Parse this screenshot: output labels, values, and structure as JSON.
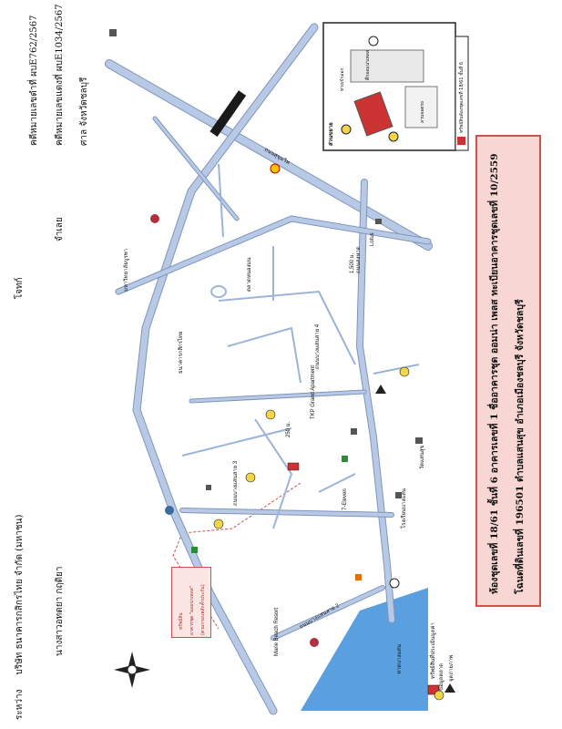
{
  "header": {
    "col1_label": "ระหว่าง",
    "col1_party1": "บริษัท ธนาคารกสิกรไทย จำกัด (มหาชน)",
    "col1_party1_role": "โจทก์",
    "col1_party2": "นางสาวอทตยา กฤติยา",
    "col1_party2_role": "จำเลย",
    "case_black": "คดีหมายเลขดำที่ ผบE762/2567",
    "case_red": "คดีหมายเลขแดงที่ ผบE1034/2567",
    "court": "ศาล จังหวัดชลบุรี"
  },
  "property_box": {
    "line1": "ห้องชุดเลขที่ 18/61 ชั้นที่ 6 อาคารเลขที่ 1 ชื่ออาคารชุด ออมน่า เพลส ทะเบียนอาคารชุดเลขที่ 10/2559",
    "line2": "โฉนดที่ดินเลขที่ 196501 ตำบลแสนสุข อำเภอเมืองชลบุรี จังหวัดชลบุรี"
  },
  "legend": {
    "property": "ทรัพย์สินที่ประเมินมูลค่า",
    "comparable": "ข้อมูลตลาด",
    "photo": "จุดถ่ายภาพ"
  },
  "inset": {
    "title": "ส่วนขยาย",
    "building_label": "ตึกออมน่าเพลส",
    "bar_label": "ทรัพย์สินห้องชุดเลขที่ 18/61 ชั้นที่ 6",
    "entry_label": "ทางเข้าออก",
    "parking_label": "ลานจอดรถ"
  },
  "callout": {
    "line1": "ทรัพย์สิน",
    "line2": "อาคารชุด \"ออมน่าเพลส\"",
    "line3": "(ตามกรอบหลักค้ำประกัน)"
  },
  "map_labels": {
    "road_main": "ถนนบางแสนสาย 2",
    "road_sukhumvit": "ถนนสุขุมวิท",
    "road_long": "ถนนลงหาด",
    "road_3": "ถนนบางแสนสาย 3",
    "road_4": "ถนนบางแสนสาย 4",
    "beach": "หาดบางแสน",
    "market": "ตลาดหนองมน",
    "university": "มหาวิทยาลัยบูรพา",
    "condo": "TKP Grand Apartment",
    "resort": "Marie Beach Resort",
    "seven": "7-Eleven",
    "lotus": "Lotus",
    "bank": "ธนาคารกสิกรไทย",
    "school": "โรงเรียนบางแสน",
    "temp": "วัดแสนสุข",
    "dist": "1,500 ม.",
    "dist2": "250 ม."
  },
  "colors": {
    "road": "#9cb4d8",
    "road_edge": "#7e96bc",
    "sea": "#5aa0e0",
    "pink_bg": "#f7d6d3",
    "pink_border": "#d05050",
    "property_red": "#cc3333",
    "market_yellow": "#f2d64a"
  },
  "icons": [
    "compass-icon",
    "railway-icon",
    "shell-station-icon",
    "seven-eleven-icon",
    "school-icon",
    "temple-icon",
    "hospital-icon",
    "bank-icon"
  ]
}
